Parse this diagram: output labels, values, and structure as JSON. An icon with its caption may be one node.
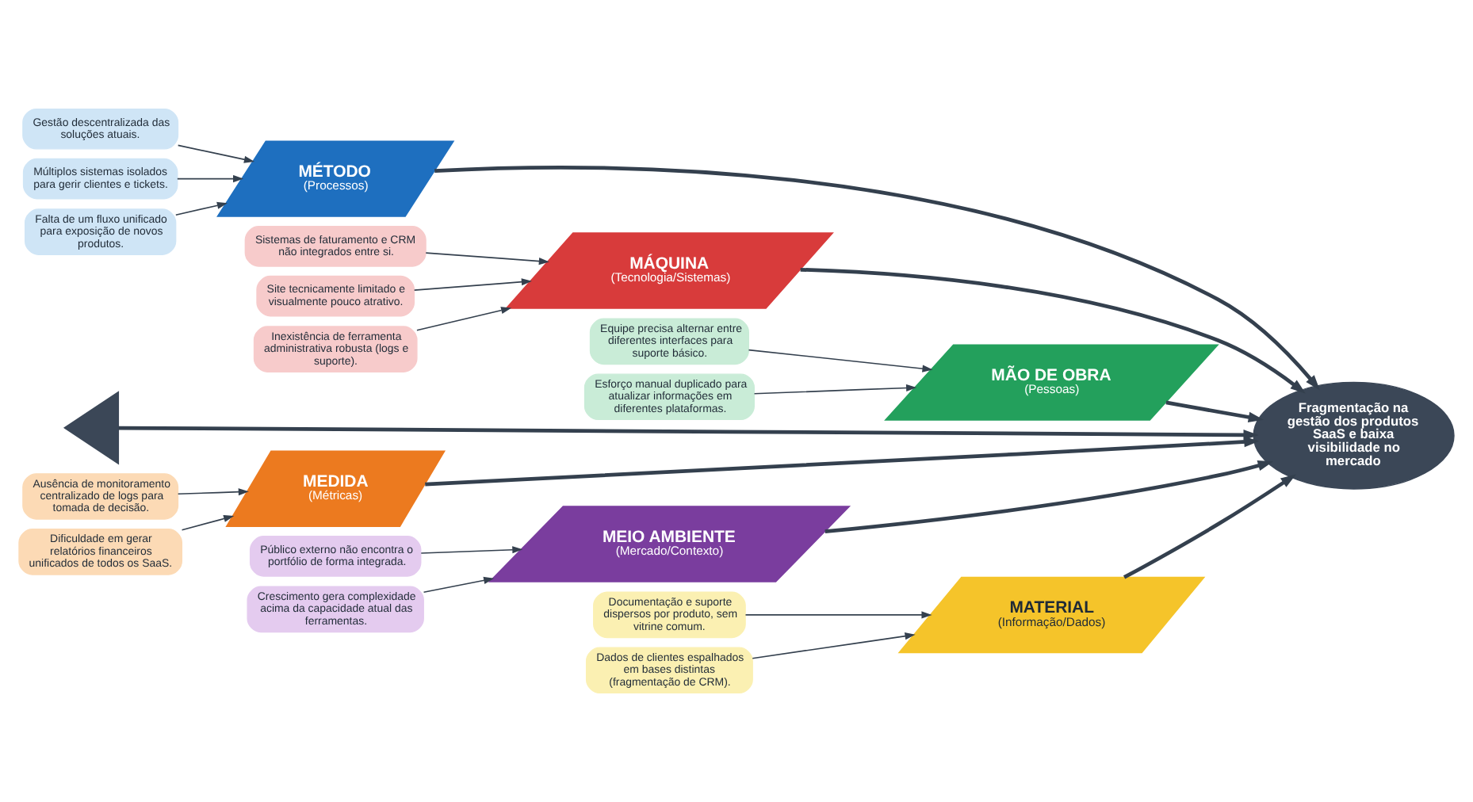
{
  "diagram": {
    "nodes": [
      {
        "text": [
          "MÉTODO",
          "(Processos)"
        ]
      },
      {
        "text": [
          "Gestão descentralizada das soluções atuais."
        ]
      },
      {
        "text": [
          "Múltiplos sistemas isolados para gerir clientes e tickets."
        ]
      },
      {
        "text": [
          "Falta de um fluxo unificado para exposição de novos produtos."
        ]
      },
      {
        "text": [
          "MÁQUINA",
          "(Tecnologia/Sistemas)"
        ]
      },
      {
        "text": [
          "Site tecnicamente limitado e visualmente pouco atrativo."
        ]
      },
      {
        "text": [
          "Inexistência de ferramenta administrativa robusta (logs e suporte)."
        ]
      },
      {
        "text": [
          "Sistemas de faturamento e CRM não integrados entre si."
        ]
      },
      {
        "text": [
          "MÃO DE OBRA",
          "(Pessoas)"
        ]
      },
      {
        "text": [
          "Equipe precisa alternar entre diferentes interfaces para suporte básico."
        ]
      },
      {
        "text": [
          "Esforço manual duplicado para atualizar informações em diferentes plataformas."
        ]
      },
      {
        "text": [],
        "shape": "triangle"
      },
      {
        "text": [
          "Fragmentação na gestão dos produtos SaaS e baixa visibilidade no mercado"
        ]
      },
      {
        "text": [
          "Dificuldade em gerar relatórios financeiros unificados de todos os SaaS."
        ]
      },
      {
        "text": [
          "Ausência de monitoramento centralizado de logs para tomada de decisão."
        ]
      },
      {
        "text": [
          "MEDIDA",
          "(Métricas)"
        ]
      },
      {
        "text": [
          "Crescimento gera complexidade acima da capacidade atual das ferramentas."
        ]
      },
      {
        "text": [
          "Público externo não encontra o portfólio de forma integrada."
        ]
      },
      {
        "text": [
          "MEIO AMBIENTE",
          "(Mercado/Contexto)"
        ]
      },
      {
        "text": [
          "Dados de clientes espalhados em bases distintas (fragmentação de CRM)."
        ]
      },
      {
        "text": [
          "Documentação e suporte dispersos por produto, sem vitrine comum."
        ]
      },
      {
        "text": [
          "MATERIAL",
          "(Informação/Dados)"
        ]
      }
    ],
    "edges": [
      {
        "from": 1,
        "to": 0,
        "arrow": "to"
      },
      {
        "from": 2,
        "to": 0,
        "arrow": "to"
      },
      {
        "from": 3,
        "to": 0,
        "arrow": "to"
      },
      {
        "from": 0,
        "to": 12,
        "arrow": "to",
        "style": "thick"
      },
      {
        "from": 5,
        "to": 4,
        "arrow": "to"
      },
      {
        "from": 6,
        "to": 4,
        "arrow": "to"
      },
      {
        "from": 7,
        "to": 4,
        "arrow": "to"
      },
      {
        "from": 4,
        "to": 12,
        "arrow": "to",
        "style": "thick"
      },
      {
        "from": 9,
        "to": 8,
        "arrow": "to"
      },
      {
        "from": 10,
        "to": 8,
        "arrow": "to"
      },
      {
        "from": 8,
        "to": 12,
        "arrow": "to",
        "style": "thick"
      },
      {
        "from": 11,
        "to": 12,
        "arrow": "to",
        "style": "thick"
      },
      {
        "from": 13,
        "to": 15,
        "arrow": "to"
      },
      {
        "from": 14,
        "to": 15,
        "arrow": "to"
      },
      {
        "from": 15,
        "to": 12,
        "arrow": "to",
        "style": "thick"
      },
      {
        "from": 16,
        "to": 18,
        "arrow": "to"
      },
      {
        "from": 17,
        "to": 18,
        "arrow": "to"
      },
      {
        "from": 18,
        "to": 12,
        "arrow": "to",
        "style": "thick"
      },
      {
        "from": 19,
        "to": 21,
        "arrow": "to"
      },
      {
        "from": 20,
        "to": 21,
        "arrow": "to"
      },
      {
        "from": 21,
        "to": 12,
        "arrow": "to",
        "style": "thick"
      }
    ]
  }
}
